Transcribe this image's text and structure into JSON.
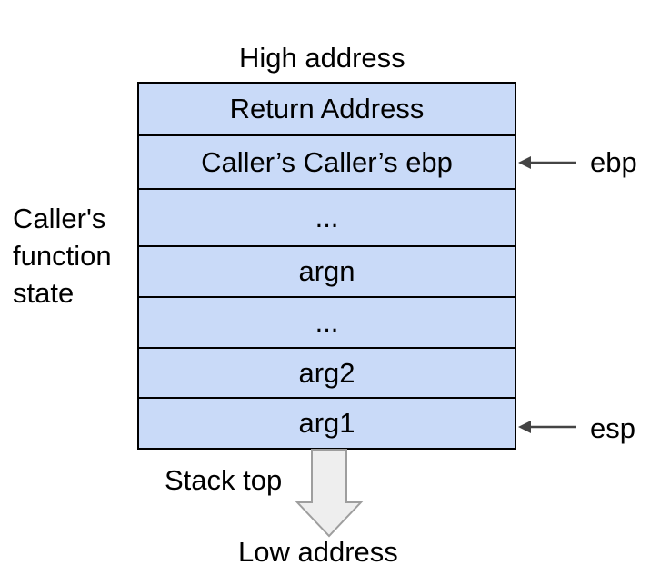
{
  "title": "High address",
  "bottom_label": "Low address",
  "stack_top_label": "Stack top",
  "side_label": "Caller's\nfunction\nstate",
  "frame_slots": [
    "Return Address",
    "Caller’s Caller’s ebp",
    "...",
    "argn",
    "...",
    "arg2",
    "arg1"
  ],
  "pointers": {
    "ebp": "ebp",
    "esp": "esp"
  },
  "colors": {
    "slot_fill": "#c9daf8",
    "border": "#000000",
    "arrow_fill": "#eeeeee"
  }
}
